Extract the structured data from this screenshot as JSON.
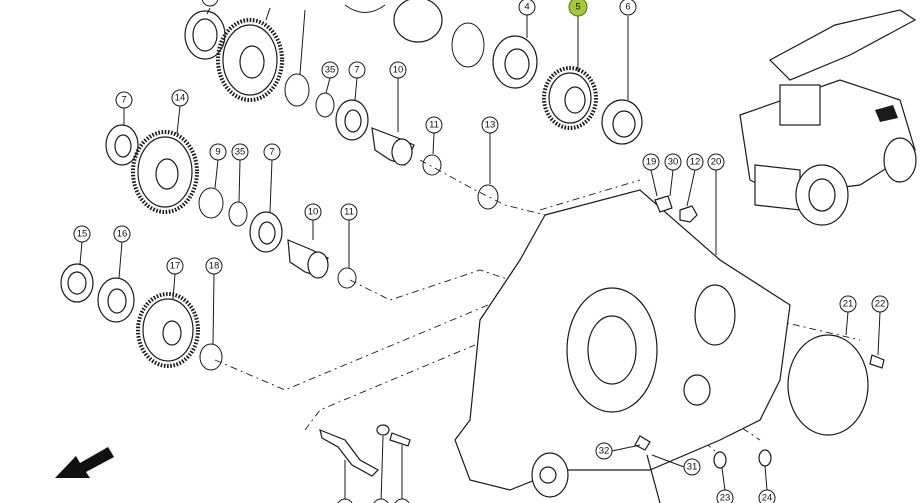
{
  "diagram": {
    "highlight_color": "#a8c83c",
    "callouts": [
      {
        "id": "c-top-left",
        "label": ""
      },
      {
        "id": "c4",
        "label": "4"
      },
      {
        "id": "c5",
        "label": "5",
        "highlighted": true
      },
      {
        "id": "c6",
        "label": "6"
      },
      {
        "id": "c35a",
        "label": "35"
      },
      {
        "id": "c7a",
        "label": "7"
      },
      {
        "id": "c10a",
        "label": "10"
      },
      {
        "id": "c7b",
        "label": "7"
      },
      {
        "id": "c14",
        "label": "14"
      },
      {
        "id": "c11a",
        "label": "11"
      },
      {
        "id": "c13",
        "label": "13"
      },
      {
        "id": "c9",
        "label": "9"
      },
      {
        "id": "c35b",
        "label": "35"
      },
      {
        "id": "c7c",
        "label": "7"
      },
      {
        "id": "c19",
        "label": "19"
      },
      {
        "id": "c30",
        "label": "30"
      },
      {
        "id": "c12",
        "label": "12"
      },
      {
        "id": "c20",
        "label": "20"
      },
      {
        "id": "c10b",
        "label": "10"
      },
      {
        "id": "c11b",
        "label": "11"
      },
      {
        "id": "c15",
        "label": "15"
      },
      {
        "id": "c16",
        "label": "16"
      },
      {
        "id": "c17",
        "label": "17"
      },
      {
        "id": "c18",
        "label": "18"
      },
      {
        "id": "c21",
        "label": "21"
      },
      {
        "id": "c22",
        "label": "22"
      },
      {
        "id": "c32",
        "label": "32"
      },
      {
        "id": "c31",
        "label": "31"
      },
      {
        "id": "c23",
        "label": "23"
      },
      {
        "id": "c24",
        "label": "24"
      }
    ]
  }
}
